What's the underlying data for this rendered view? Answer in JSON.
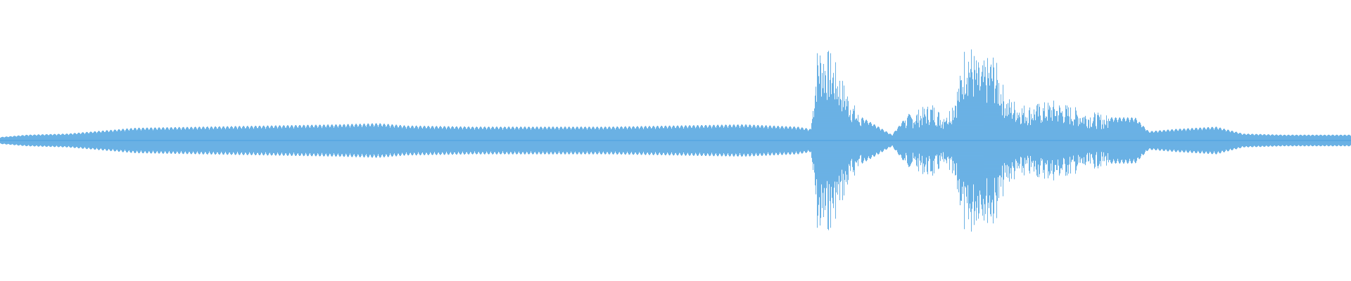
{
  "waveform": {
    "color": "#5aa9e2",
    "background": "#ffffff",
    "style": "mirrored-amplitude",
    "envelope": [
      [
        0.0,
        0.03
      ],
      [
        0.02,
        0.05
      ],
      [
        0.05,
        0.06
      ],
      [
        0.07,
        0.08
      ],
      [
        0.1,
        0.11
      ],
      [
        0.15,
        0.12
      ],
      [
        0.2,
        0.13
      ],
      [
        0.25,
        0.14
      ],
      [
        0.28,
        0.15
      ],
      [
        0.3,
        0.13
      ],
      [
        0.35,
        0.12
      ],
      [
        0.4,
        0.12
      ],
      [
        0.45,
        0.12
      ],
      [
        0.5,
        0.13
      ],
      [
        0.55,
        0.14
      ],
      [
        0.59,
        0.12
      ],
      [
        0.6,
        0.1
      ],
      [
        0.605,
        0.78
      ],
      [
        0.615,
        0.7
      ],
      [
        0.625,
        0.45
      ],
      [
        0.635,
        0.22
      ],
      [
        0.65,
        0.12
      ],
      [
        0.66,
        0.05
      ],
      [
        0.67,
        0.2
      ],
      [
        0.69,
        0.3
      ],
      [
        0.7,
        0.18
      ],
      [
        0.71,
        0.5
      ],
      [
        0.715,
        0.85
      ],
      [
        0.725,
        0.6
      ],
      [
        0.735,
        0.7
      ],
      [
        0.745,
        0.35
      ],
      [
        0.76,
        0.28
      ],
      [
        0.78,
        0.32
      ],
      [
        0.8,
        0.25
      ],
      [
        0.82,
        0.2
      ],
      [
        0.84,
        0.2
      ],
      [
        0.85,
        0.08
      ],
      [
        0.87,
        0.1
      ],
      [
        0.9,
        0.12
      ],
      [
        0.92,
        0.06
      ],
      [
        0.95,
        0.05
      ],
      [
        1.0,
        0.05
      ]
    ]
  }
}
